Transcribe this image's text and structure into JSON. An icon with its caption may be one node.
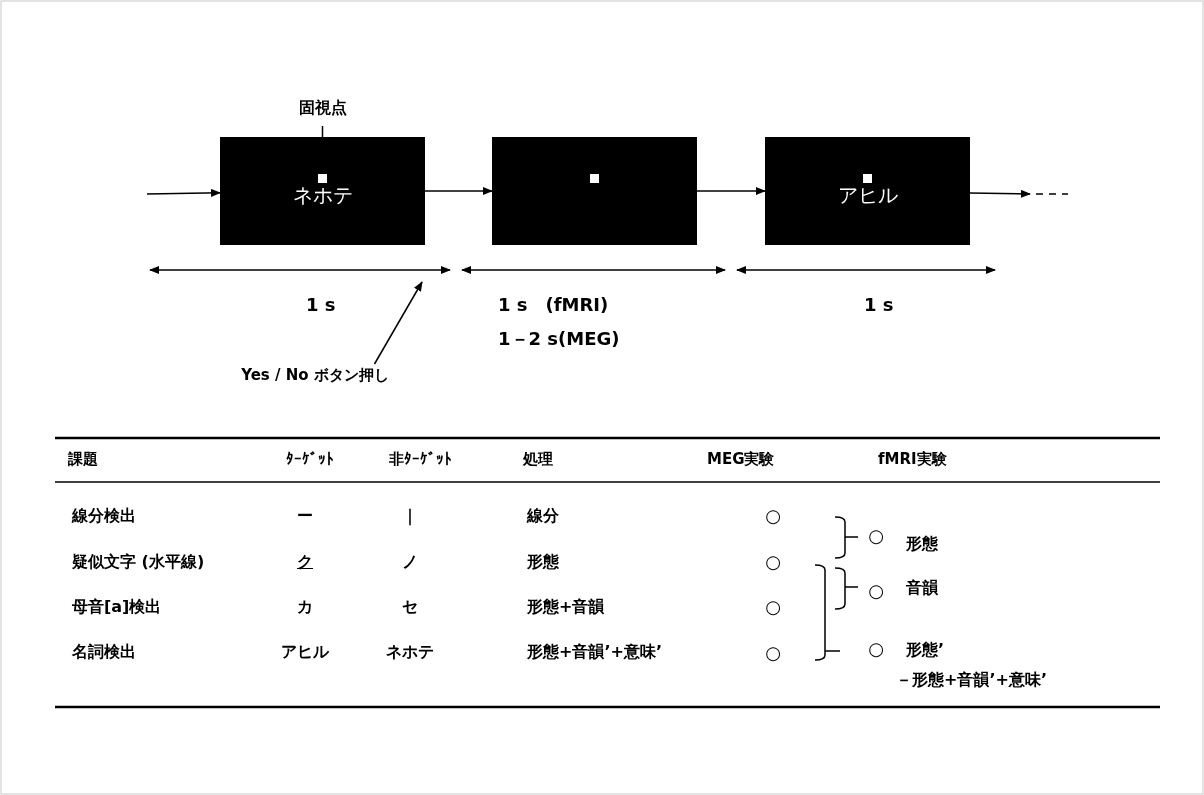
{
  "diagram": {
    "nodes": [
      {
        "text": [
          "固視点"
        ]
      },
      {
        "text": [
          "ネホテ"
        ],
        "beside": [
          "1 s"
        ]
      },
      {
        "text": [],
        "shape": "box",
        "in": 1
      },
      {
        "text": [],
        "shape": "box",
        "beside": [
          "1 s　(fMRI)",
          "1－2 s(MEG)"
        ]
      },
      {
        "text": [],
        "shape": "box",
        "in": 3
      },
      {
        "text": [
          "アヒル"
        ],
        "beside": [
          "1 s"
        ]
      },
      {
        "text": [],
        "shape": "box",
        "in": 5
      },
      {
        "text": [
          "Yes / No  ボタン押し"
        ]
      }
    ],
    "edges": [
      {
        "from": null,
        "to": 1,
        "arrow": "to"
      },
      {
        "from": 1,
        "to": 3,
        "arrow": "to"
      },
      {
        "from": 3,
        "to": 5,
        "arrow": "to"
      },
      {
        "from": 5,
        "to": null,
        "arrow": "to"
      },
      {
        "from": 0,
        "to": 2,
        "arrow": "to"
      },
      {
        "from": 7,
        "to": null,
        "arrow": "to"
      }
    ],
    "labels": [
      "課題",
      "ﾀｰｹﾞｯﾄ",
      "非ﾀｰｹﾞｯﾄ",
      "処理",
      "MEG実験",
      "fMRI実験",
      "線分検出",
      "ー",
      "｜",
      "線分",
      "○",
      "○",
      "形態",
      "疑似文字 (水平線)",
      "ク",
      "ノ",
      "形態",
      "○",
      "○",
      "音韻",
      "母音[a]検出",
      "カ",
      "セ",
      "形態+音韻",
      "○",
      "名詞検出",
      "アヒル",
      "ネホテ",
      "形態+音韻’+意味’",
      "○",
      "○",
      "形態’",
      "－形態+音韻’+意味’"
    ]
  }
}
